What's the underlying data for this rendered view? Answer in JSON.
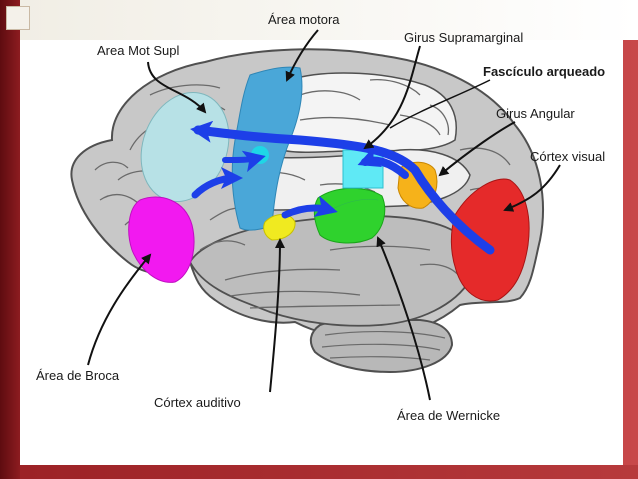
{
  "labels": {
    "area_mot_supl": "Area Mot Supl",
    "area_motora": "Área motora",
    "girus_supramarginal": "Girus Supramarginal",
    "fasciculo_arqueado": "Fascículo arqueado",
    "girus_angular": "Girus Angular",
    "cortex_visual": "Córtex visual",
    "area_broca": "Área de Broca",
    "cortex_auditivo": "Córtex auditivo",
    "area_wernicke": "Área de Wernicke"
  },
  "colors": {
    "frame_dark": "#7a1418",
    "brain_fill": "#c8c8c8",
    "brain_stroke": "#505050",
    "area_mot_supl": "#b7e1e6",
    "area_motora": "#4aa7d8",
    "area_broca": "#f219f0",
    "cortex_auditivo": "#f0ea20",
    "area_wernicke": "#2fd22d",
    "girus_supramarginal": "#5fe9f5",
    "girus_angular": "#f6b21a",
    "cortex_visual": "#e52a2a",
    "fasciculo_arrows": "#1d3fe8",
    "label_arrows": "#111111"
  }
}
